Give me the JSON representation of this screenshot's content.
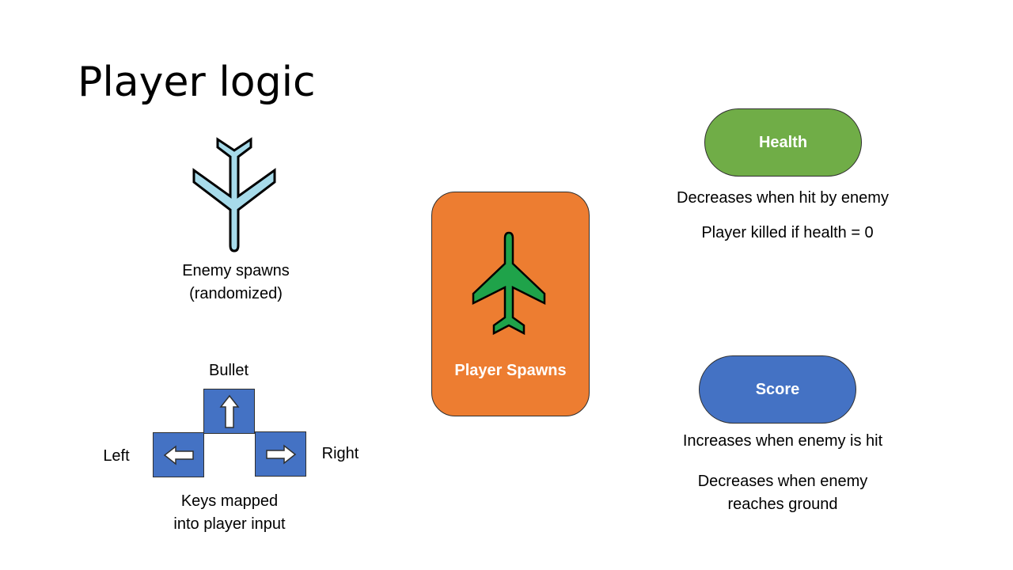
{
  "slide": {
    "title": "Player logic"
  },
  "enemy": {
    "icon": "airplane-icon",
    "color": "#a7dbea",
    "label_line1": "Enemy spawns",
    "label_line2": "(randomized)"
  },
  "keys": {
    "up_label": "Bullet",
    "left_label": "Left",
    "right_label": "Right",
    "caption_line1": "Keys mapped",
    "caption_line2": "into player input",
    "key_color": "#4472c4",
    "icons": [
      "arrow-up-icon",
      "arrow-left-icon",
      "arrow-right-icon"
    ]
  },
  "player": {
    "label": "Player Spawns",
    "card_color": "#ed7d31",
    "plane_color": "#1fa34a",
    "icon": "airplane-icon"
  },
  "health": {
    "label": "Health",
    "color": "#70ad47",
    "note1": "Decreases when hit by enemy",
    "note2": "Player killed if health = 0"
  },
  "score": {
    "label": "Score",
    "color": "#4472c4",
    "note1": "Increases when enemy is hit",
    "note2_line1": "Decreases when enemy",
    "note2_line2": "reaches ground"
  }
}
